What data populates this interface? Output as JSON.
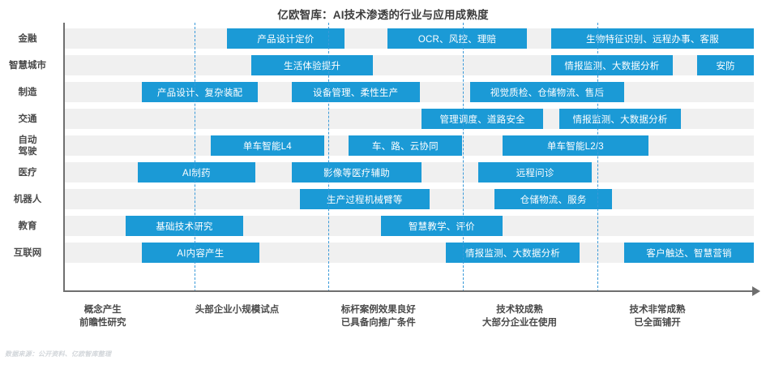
{
  "title": "亿欧智库：AI技术渗透的行业与应用成熟度",
  "footer": "数据来源：公开资料、亿欧智库整理",
  "colors": {
    "bar": "#1b9ad6",
    "band": "#f0f0f0",
    "axis": "#6f6f6f",
    "divider": "#3a9ad9",
    "text": "#4a4a4a"
  },
  "chart_data": {
    "type": "bar",
    "title": "亿欧智库：AI技术渗透的行业与应用成熟度",
    "xlabel": "",
    "ylabel": "",
    "grid": false,
    "legend": "none",
    "x_axis_stages": [
      {
        "lines": [
          "概念产生",
          "前瞻性研究"
        ],
        "center_pct": 5.5
      },
      {
        "lines": [
          "头部企业小规模试点"
        ],
        "center_pct": 25.0
      },
      {
        "lines": [
          "标杆案例效果良好",
          "已具备向推广条件"
        ],
        "center_pct": 45.5
      },
      {
        "lines": [
          "技术较成熟",
          "大部分企业在使用"
        ],
        "center_pct": 66.0
      },
      {
        "lines": [
          "技术非常成熟",
          "已全面铺开"
        ],
        "center_pct": 86.0
      }
    ],
    "stage_dividers_pct": [
      18.8,
      38.2,
      57.8,
      77.3
    ],
    "categories": [
      "金融",
      "智慧城市",
      "制造",
      "交通",
      "自动\n驾驶",
      "医疗",
      "机器人",
      "教育",
      "互联网"
    ],
    "rows": [
      {
        "label": "金融",
        "label_lines": [
          "金融"
        ],
        "bars": [
          {
            "text": "产品设计定价",
            "start_pct": 23.5,
            "end_pct": 40.6
          },
          {
            "text": "OCR、风控、理赔",
            "start_pct": 46.8,
            "end_pct": 67.1
          },
          {
            "text": "生物特征识别、远程办事、客服",
            "start_pct": 70.6,
            "end_pct": 100.0
          }
        ]
      },
      {
        "label": "智慧城市",
        "label_lines": [
          "智慧城市"
        ],
        "bars": [
          {
            "text": "生活体验提升",
            "start_pct": 27.1,
            "end_pct": 44.7
          },
          {
            "text": "情报监测、大数据分析",
            "start_pct": 70.6,
            "end_pct": 88.2
          },
          {
            "text": "安防",
            "start_pct": 91.8,
            "end_pct": 100.0
          }
        ]
      },
      {
        "label": "制造",
        "label_lines": [
          "制造"
        ],
        "bars": [
          {
            "text": "产品设计、复杂装配",
            "start_pct": 11.2,
            "end_pct": 28.0
          },
          {
            "text": "设备管理、柔性生产",
            "start_pct": 32.9,
            "end_pct": 51.5
          },
          {
            "text": "视觉质检、仓储物流、售后",
            "start_pct": 58.8,
            "end_pct": 81.2
          }
        ]
      },
      {
        "label": "交通",
        "label_lines": [
          "交通"
        ],
        "bars": [
          {
            "text": "管理调度、道路安全",
            "start_pct": 51.8,
            "end_pct": 69.4
          },
          {
            "text": "情报监测、大数据分析",
            "start_pct": 71.8,
            "end_pct": 89.4
          }
        ]
      },
      {
        "label": "自动驾驶",
        "label_lines": [
          "自动",
          "驾驶"
        ],
        "bars": [
          {
            "text": "单车智能L4",
            "start_pct": 21.2,
            "end_pct": 37.6
          },
          {
            "text": "车、路、云协同",
            "start_pct": 41.2,
            "end_pct": 57.6
          },
          {
            "text": "单车智能L2/3",
            "start_pct": 63.5,
            "end_pct": 84.7
          }
        ]
      },
      {
        "label": "医疗",
        "label_lines": [
          "医疗"
        ],
        "bars": [
          {
            "text": "AI制药",
            "start_pct": 10.6,
            "end_pct": 27.6
          },
          {
            "text": "影像等医疗辅助",
            "start_pct": 32.9,
            "end_pct": 51.8
          },
          {
            "text": "远程问诊",
            "start_pct": 60.0,
            "end_pct": 76.5
          }
        ]
      },
      {
        "label": "机器人",
        "label_lines": [
          "机器人"
        ],
        "bars": [
          {
            "text": "生产过程机械臂等",
            "start_pct": 34.1,
            "end_pct": 52.9
          },
          {
            "text": "仓储物流、服务",
            "start_pct": 62.4,
            "end_pct": 79.4
          }
        ]
      },
      {
        "label": "教育",
        "label_lines": [
          "教育"
        ],
        "bars": [
          {
            "text": "基础技术研究",
            "start_pct": 8.8,
            "end_pct": 25.9
          },
          {
            "text": "智慧教学、评价",
            "start_pct": 45.9,
            "end_pct": 63.5
          }
        ]
      },
      {
        "label": "互联网",
        "label_lines": [
          "互联网"
        ],
        "bars": [
          {
            "text": "AI内容产生",
            "start_pct": 11.2,
            "end_pct": 28.2
          },
          {
            "text": "情报监测、大数据分析",
            "start_pct": 55.3,
            "end_pct": 74.7
          },
          {
            "text": "客户触达、智慧营销",
            "start_pct": 81.2,
            "end_pct": 100.0
          }
        ]
      }
    ]
  }
}
